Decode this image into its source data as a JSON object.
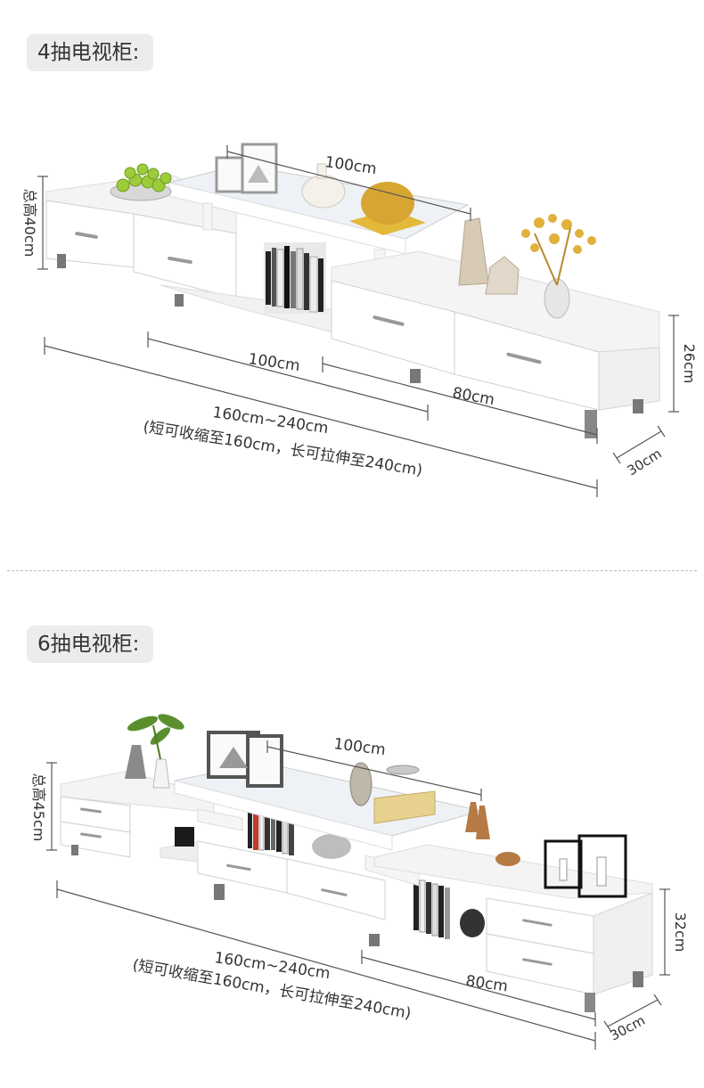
{
  "sections": [
    {
      "title": "4抽电视柜:",
      "top_shelf": "100cm",
      "total_height": "总高40cm",
      "shelf_height": "26cm",
      "dim_100": "100cm",
      "dim_80": "80cm",
      "range": "160cm~240cm",
      "note": "(短可收缩至160cm，长可拉伸至240cm)",
      "depth": "30cm"
    },
    {
      "title": "6抽电视柜:",
      "top_shelf": "100cm",
      "total_height": "总高45cm",
      "shelf_height": "32cm",
      "dim_80": "80cm",
      "range": "160cm~240cm",
      "note": "(短可收缩至160cm，长可拉伸至240cm)",
      "depth": "30cm"
    }
  ]
}
